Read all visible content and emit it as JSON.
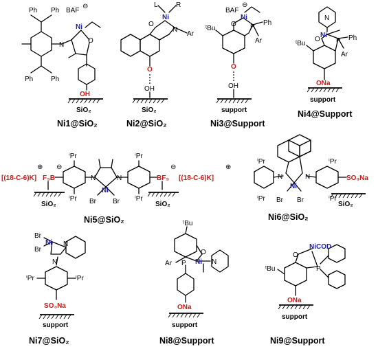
{
  "compounds": [
    {
      "label": "Ni1@SiO₂",
      "support": "SiO₂"
    },
    {
      "label": "Ni2@SiO₂",
      "support": "SiO₂"
    },
    {
      "label": "Ni3@Support",
      "support": "support"
    },
    {
      "label": "Ni4@Support",
      "support": "support"
    },
    {
      "label": "Ni5@SiO₂",
      "support": "SiO₂"
    },
    {
      "label": "Ni6@SiO₂",
      "support": "SiO₂"
    },
    {
      "label": "Ni7@SiO₂",
      "support": "support"
    },
    {
      "label": "Ni8@Support",
      "support": "support"
    },
    {
      "label": "Ni9@Support",
      "support": "support"
    }
  ],
  "atoms": {
    "ni": "Ni",
    "n": "N",
    "o": "O",
    "p": "P",
    "oh": "OH",
    "ona": "ONa",
    "so3na": "SO₃Na",
    "baf": "BAF",
    "ph": "Ph",
    "ar": "Ar",
    "l": "L",
    "r": "R",
    "tbu": "ᵗBu",
    "ipr": "ⁱPr",
    "br": "Br",
    "bf3": "BF₃",
    "f3b": "F₃B",
    "crown": "[(18-C-6)K]",
    "nicod": "NiCOD",
    "minus": "⊖",
    "plus": "⊕"
  },
  "colors": {
    "nickel": "#1a1aa8",
    "anchor": "#d01818",
    "bond": "#000000"
  }
}
